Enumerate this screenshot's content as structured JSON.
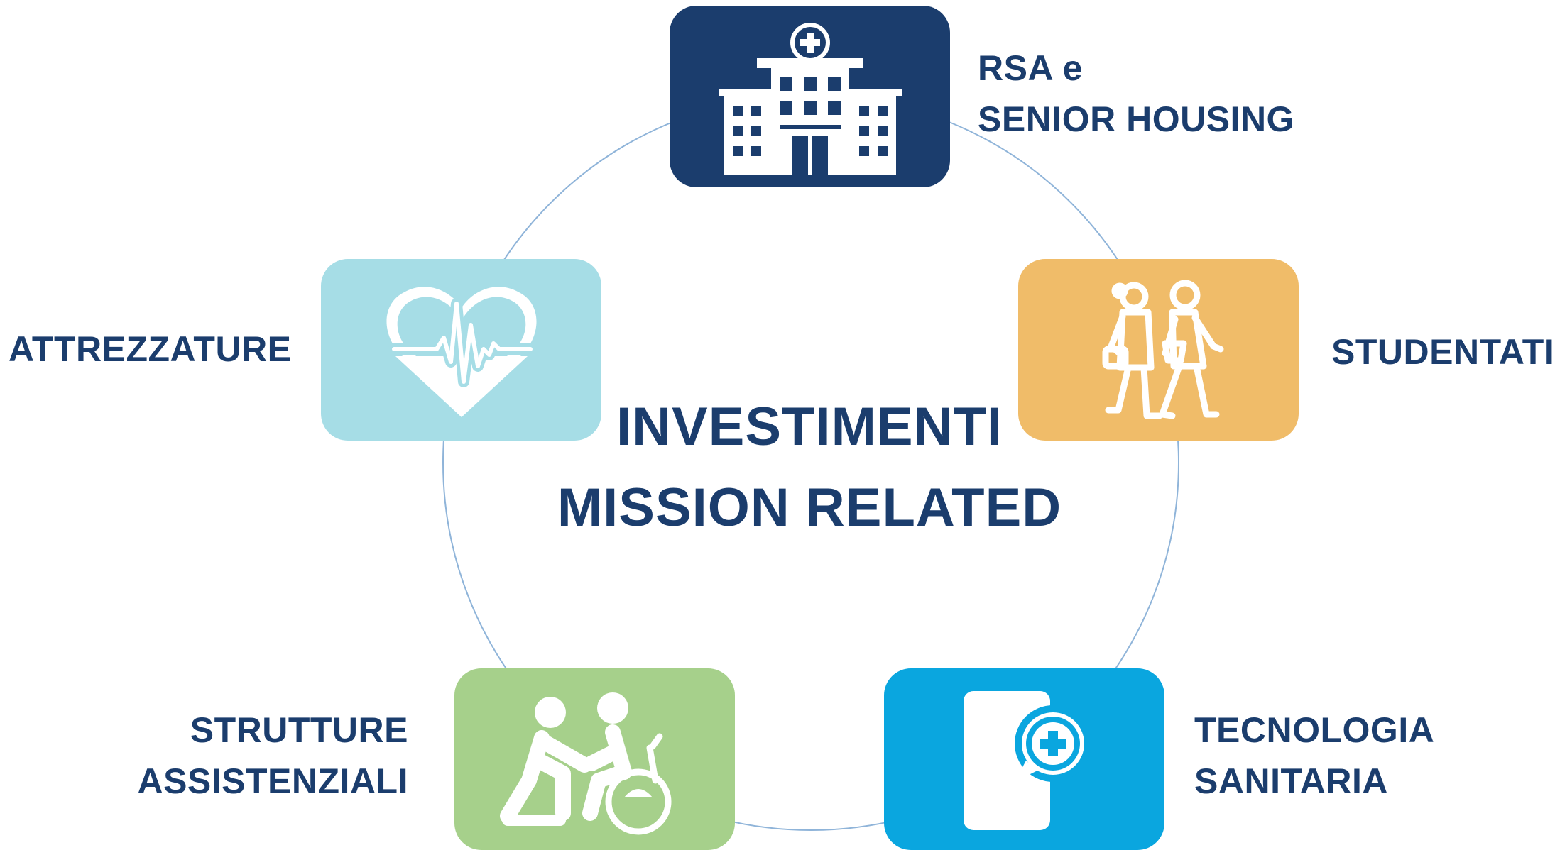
{
  "title": {
    "line1": "INVESTIMENTI",
    "line2": "MISSION RELATED"
  },
  "colors": {
    "text": "#1b3d6d",
    "ring": "#8fb4d9",
    "tile_top": "#1b3d6d",
    "tile_right": "#f0bc69",
    "tile_bottom_right": "#0aa6df",
    "tile_bottom_left": "#a6d08b",
    "tile_left": "#a6dde6"
  },
  "nodes": {
    "rsa": {
      "line1": "RSA e",
      "line2": "SENIOR HOUSING",
      "icon": "hospital-icon"
    },
    "studentati": {
      "line1": "STUDENTATI",
      "icon": "students-icon"
    },
    "tecnologia": {
      "line1": "TECNOLOGIA",
      "line2": "SANITARIA",
      "icon": "mobile-health-icon"
    },
    "strutture": {
      "line1": "STRUTTURE",
      "line2": "ASSISTENZIALI",
      "icon": "caregiver-wheelchair-icon"
    },
    "attrezzature": {
      "line1": "ATTREZZATURE",
      "icon": "heartbeat-icon"
    }
  }
}
